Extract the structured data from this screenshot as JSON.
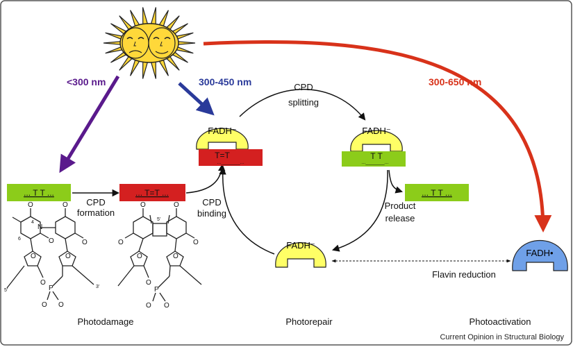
{
  "wavelengths": {
    "uv_damage": "<300 nm",
    "repair": "300-450 nm",
    "activation": "300-650 nm"
  },
  "steps": {
    "cpd_splitting": [
      "CPD",
      "splitting"
    ],
    "cpd_formation": [
      "CPD",
      "formation"
    ],
    "cpd_binding": [
      "CPD",
      "binding"
    ],
    "product_release": [
      "Product",
      "release"
    ],
    "flavin_reduction": "Flavin reduction"
  },
  "dna": {
    "undamaged": "... T T ...",
    "dimer": "... T=T ...",
    "enzyme_dimer": "T=T",
    "enzyme_dimer_dna": "..._______...",
    "enzyme_split": "T T",
    "enzyme_split_dna": "..._______...",
    "released": "... T T ..."
  },
  "enzyme": {
    "fadh_minus": "FADH⁻",
    "fadh_radical": "FADH•"
  },
  "sections": {
    "photodamage": "Photodamage",
    "photorepair": "Photorepair",
    "photoactivation": "Photoactivation"
  },
  "credit": "Current Opinion in Structural Biology",
  "chem_labels": {
    "n3": "N",
    "o": "O",
    "p": "P",
    "five_prime": "5'",
    "three_prime": "3'"
  },
  "colors": {
    "purple": "#5a1a8c",
    "blue": "#2a3a9a",
    "red": "#d8321a",
    "green": "#8ccc1a",
    "dimer_red": "#d42020",
    "yellow": "#ffff66",
    "radical_blue": "#6fa0e8",
    "sun": "#ffd83a"
  }
}
